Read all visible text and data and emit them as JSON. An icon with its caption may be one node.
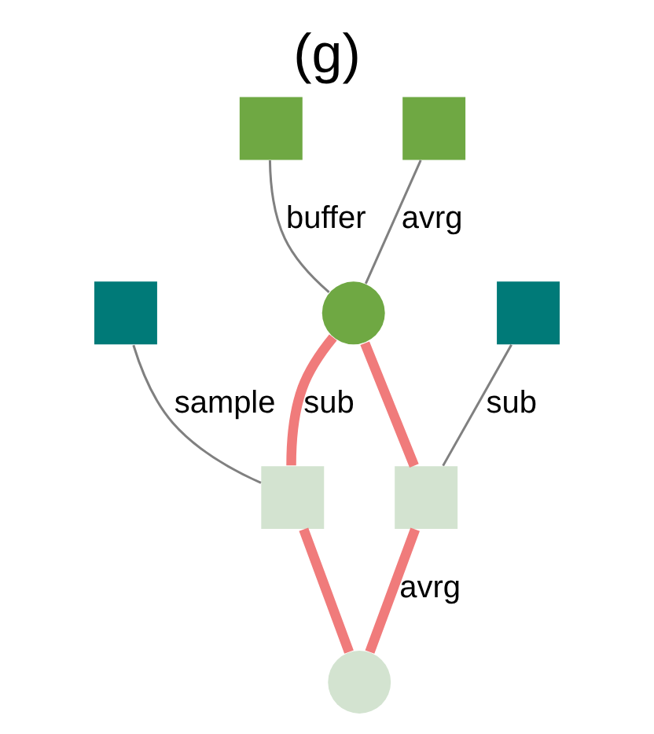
{
  "diagram": {
    "title": "(g)",
    "nodes": [
      {
        "text": [],
        "shape": "box"
      },
      {
        "text": [],
        "shape": "box"
      },
      {
        "text": [],
        "shape": "box"
      },
      {
        "text": [],
        "shape": "circle"
      },
      {
        "text": [],
        "shape": "box"
      },
      {
        "text": [],
        "shape": "box"
      },
      {
        "text": [],
        "shape": "box"
      },
      {
        "text": [],
        "shape": "circle"
      }
    ],
    "edges": [
      {
        "from": 0,
        "to": 3,
        "arrow": "none",
        "label": "buffer"
      },
      {
        "from": 1,
        "to": 3,
        "arrow": "none",
        "label": "avrg"
      },
      {
        "from": 2,
        "to": 5,
        "arrow": "none",
        "label": "sample"
      },
      {
        "from": 3,
        "to": 5,
        "arrow": "none",
        "label": "sub",
        "style": "thick",
        "color": "#f07b7b"
      },
      {
        "from": 3,
        "to": 6,
        "arrow": "none",
        "style": "thick",
        "color": "#f07b7b"
      },
      {
        "from": 4,
        "to": 6,
        "arrow": "none",
        "label": "sub"
      },
      {
        "from": 5,
        "to": 7,
        "arrow": "none",
        "style": "thick",
        "color": "#f07b7b"
      },
      {
        "from": 6,
        "to": 7,
        "arrow": "none",
        "label": "avrg",
        "style": "thick",
        "color": "#f07b7b"
      }
    ]
  }
}
